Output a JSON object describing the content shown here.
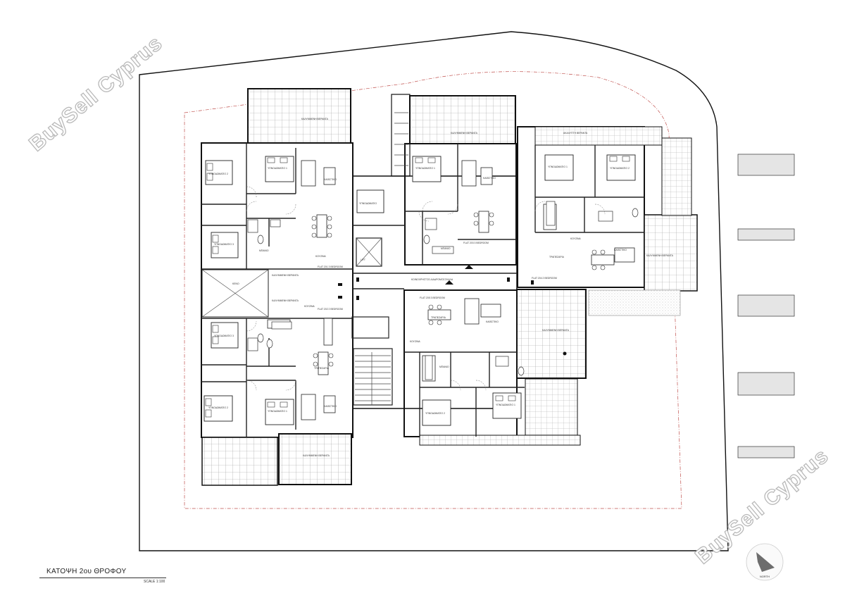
{
  "drawing": {
    "title": "ΚΑΤΟΨΗ 2ου ΘΡΟΦΟΥ",
    "scale": "SCALE 1:100",
    "north": "NORTH"
  },
  "watermark": {
    "text_top": "BuySell Cyprus",
    "text_bottom": "BuySell Cyprus"
  },
  "room_labels": {
    "bedroom1": "ΥΠΝΟΔΩΜΑΤΙΟ 1",
    "bedroom2": "ΥΠΝΟΔΩΜΑΤΙΟ 2",
    "bedroom3": "ΥΠΝΟΔΩΜΑΤΙΟ 3",
    "bedroom": "ΥΠΝΟΔΩΜΑΤΙΟ",
    "living": "ΚΑΘΙΣΤΙΚΟ",
    "dining": "ΤΡΑΠΕΖΑΡΙΑ",
    "kitchen": "ΚΟΥΖΙΝΑ",
    "bath": "ΜΠΑΝΙΟ",
    "veranda": "ΚΑΛΥΜΜΕΝΗ ΒΕΡΑΝΤΑ",
    "veranda_open": "ΑΚΑΛΥΠΤΗ ΒΕΡΑΝΤΑ",
    "lift": "LIFT",
    "void": "ΚΕΝΟ",
    "corridor": "ΚΟΙΝΟΧΡΗΣΤΟΣ ΔΙΑΔΡΟΜΟΣ",
    "stairs": "ΣΚΑΛΑ",
    "flat201": "FLAT 201 3 BEDROOM",
    "flat202": "FLAT 202 2 BEDROOM",
    "flat203": "FLAT 203 3 BEDROOM",
    "flat204": "FLAT 204 2 BEDROOM",
    "flat205": "FLAT 205 3 BEDROOM"
  }
}
